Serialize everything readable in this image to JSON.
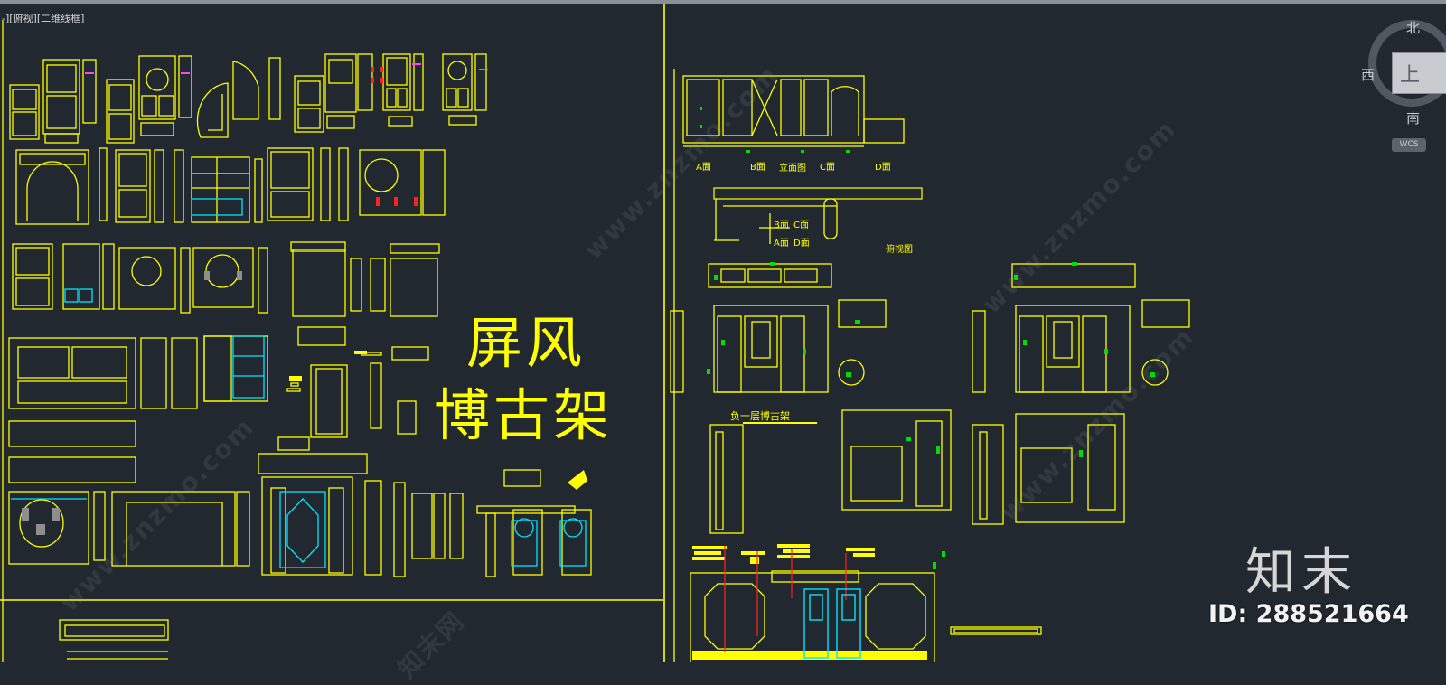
{
  "viewport_left": {
    "label": "-][俯视][二维线框]",
    "title_line1": "屏风",
    "title_line2": "博古架"
  },
  "viewport_right": {
    "elevation_labels": {
      "a": "A面",
      "b": "B面",
      "center": "立面图",
      "c": "C面",
      "d": "D面"
    },
    "plan_labels": {
      "b": "B面",
      "c": "C面",
      "a": "A面",
      "d": "D面",
      "plan": "俯视图"
    },
    "section_title": "负一层博古架"
  },
  "viewcube": {
    "north": "北",
    "south": "南",
    "west": "西",
    "face": "上",
    "coord_system": "WCS"
  },
  "watermark": {
    "text": "www.znzmo.com",
    "cn": "知末网"
  },
  "brand": {
    "name": "知末",
    "id_text": "ID: 288521664"
  },
  "colors": {
    "background": "#212830",
    "cad_yellow": "#ffff00",
    "cad_cyan": "#00e5ff",
    "cad_green": "#00dd00",
    "cad_magenta": "#ff00ff",
    "cad_red": "#ff2020",
    "cad_gray": "#9a9a9a"
  }
}
